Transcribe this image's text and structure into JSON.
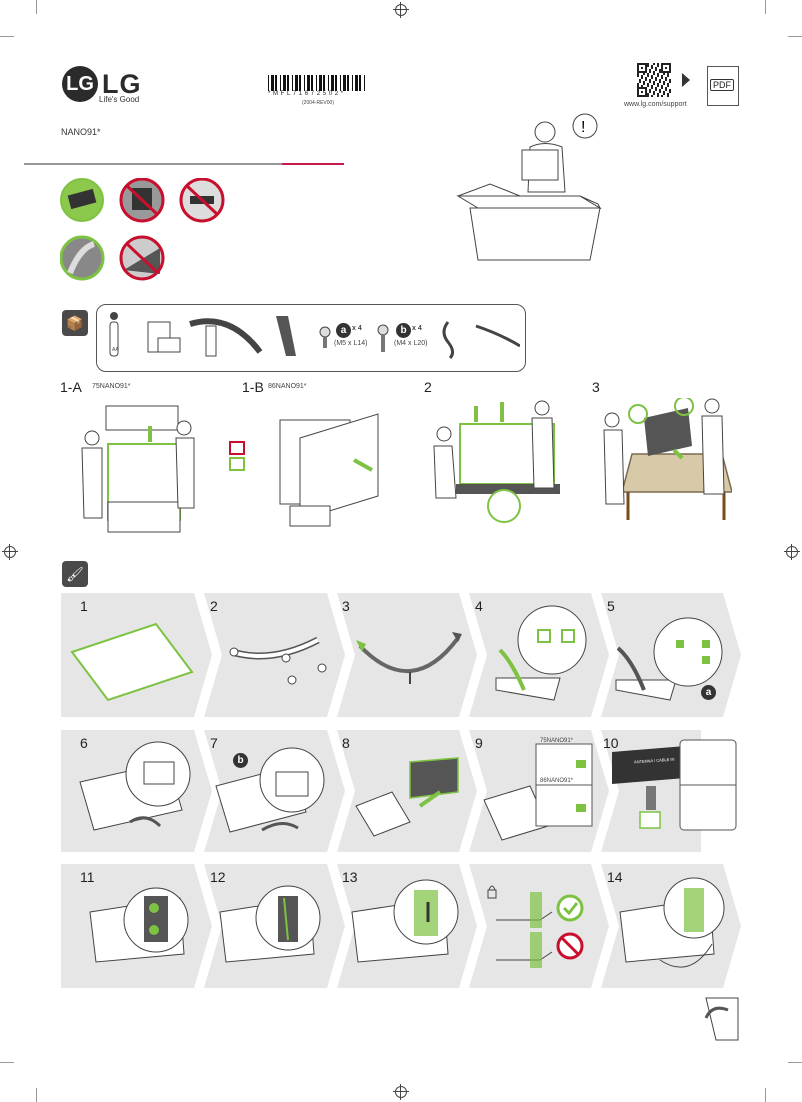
{
  "header": {
    "brand_initials": "LG",
    "brand_name": "LG",
    "slogan": "Life's Good",
    "model": "NANO91*",
    "barcode_text": "* M F L 7 1 6 7 2 5 0 2 *",
    "barcode_rev": "(2004-REV00)",
    "support_url": "www.lg.com/support",
    "pdf_label": "PDF"
  },
  "parts": {
    "screw_a": {
      "badge": "a",
      "qty": "x 4",
      "size": "(M5 x L14)"
    },
    "screw_b": {
      "badge": "b",
      "qty": "x 4",
      "size": "(M4 x L20)"
    },
    "battery_label": "AA"
  },
  "unbox_steps": [
    {
      "num": "1-A",
      "model": "75NANO91*"
    },
    {
      "num": "1-B",
      "model": "86NANO91*"
    },
    {
      "num": "2",
      "model": ""
    },
    {
      "num": "3",
      "model": ""
    }
  ],
  "assembly_steps": [
    "1",
    "2",
    "3",
    "4",
    "5",
    "6",
    "7",
    "8",
    "9",
    "10",
    "11",
    "12",
    "13",
    "14"
  ],
  "step9_models": [
    "75NANO91*",
    "86NANO91*"
  ],
  "step10_label": "ANTENNA / CABLE IN",
  "step5_badge": "a",
  "step7_badge": "b",
  "colors": {
    "accent_green": "#7dc242",
    "accent_red": "#c8102e",
    "brand_magenta": "#c8194b"
  }
}
